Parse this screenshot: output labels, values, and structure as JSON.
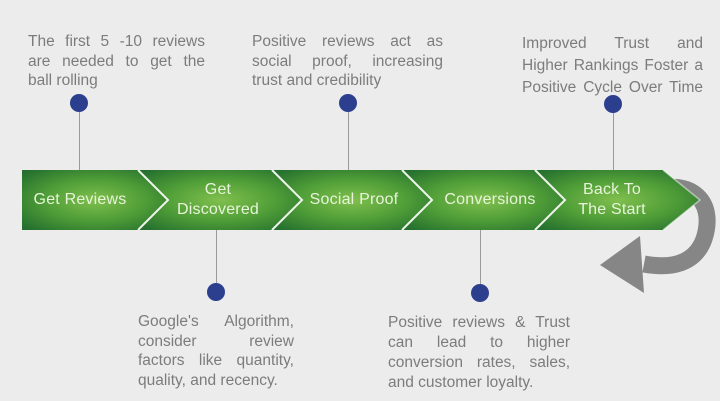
{
  "callouts": {
    "top_left": {
      "lines": [
        "The first 5 -10 reviews",
        "are needed to get the",
        "ball rolling"
      ]
    },
    "top_middle": {
      "lines": [
        "Positive reviews act as",
        "social proof, increasing",
        "trust and credibility"
      ]
    },
    "top_right": {
      "lines": [
        "Improved Trust and",
        "Higher Rankings Foster a",
        "Positive Cycle Over Time"
      ]
    },
    "bottom_left": {
      "lines": [
        "Google's Algorithm,",
        "consider review",
        "factors like quantity,",
        "quality, and recency."
      ]
    },
    "bottom_right": {
      "lines": [
        "Positive reviews & Trust",
        "can lead to higher",
        "conversion rates, sales,",
        "and customer loyalty."
      ]
    }
  },
  "band": {
    "segments": [
      {
        "lines": [
          "Get Reviews"
        ]
      },
      {
        "lines": [
          "Get",
          "Discovered"
        ]
      },
      {
        "lines": [
          "Social Proof"
        ]
      },
      {
        "lines": [
          "Conversions"
        ]
      },
      {
        "lines": [
          "Back To",
          "The Start"
        ]
      }
    ]
  },
  "colors": {
    "background": "#ececec",
    "segment_dark_green": "#25702e",
    "segment_light_green": "#7fbe4d",
    "divider_line": "#edf4e9",
    "band_text": "#e7f4da",
    "callout_text": "#7c7c7c",
    "connector_dot": "#2c3e8e",
    "connector_line": "#9a9a9a",
    "loop_arrow_gray": "#868686"
  }
}
